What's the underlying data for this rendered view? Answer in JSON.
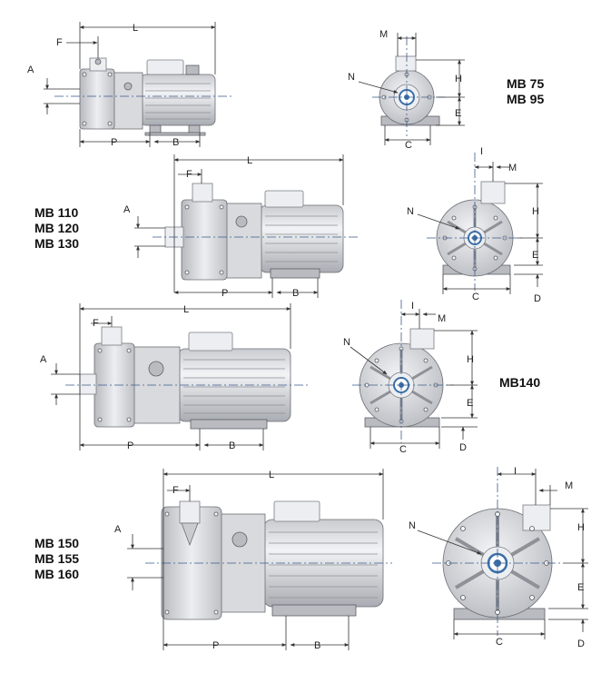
{
  "models": {
    "g1": [
      "MB 75",
      "MB 95"
    ],
    "g2": [
      "MB 110",
      "MB 120",
      "MB 130"
    ],
    "g3": [
      "MB140"
    ],
    "g4": [
      "MB 150",
      "MB 155",
      "MB 160"
    ]
  },
  "dims": {
    "L": "L",
    "F": "F",
    "A": "A",
    "P": "P",
    "B": "B",
    "M": "M",
    "I": "I",
    "N": "N",
    "H": "H",
    "E": "E",
    "C": "C",
    "D": "D"
  },
  "colors": {
    "metal": "#d9dadd",
    "shadow": "#b9bbc0",
    "centerline": "#3a5a8a",
    "seal": "#3b6fa8"
  }
}
